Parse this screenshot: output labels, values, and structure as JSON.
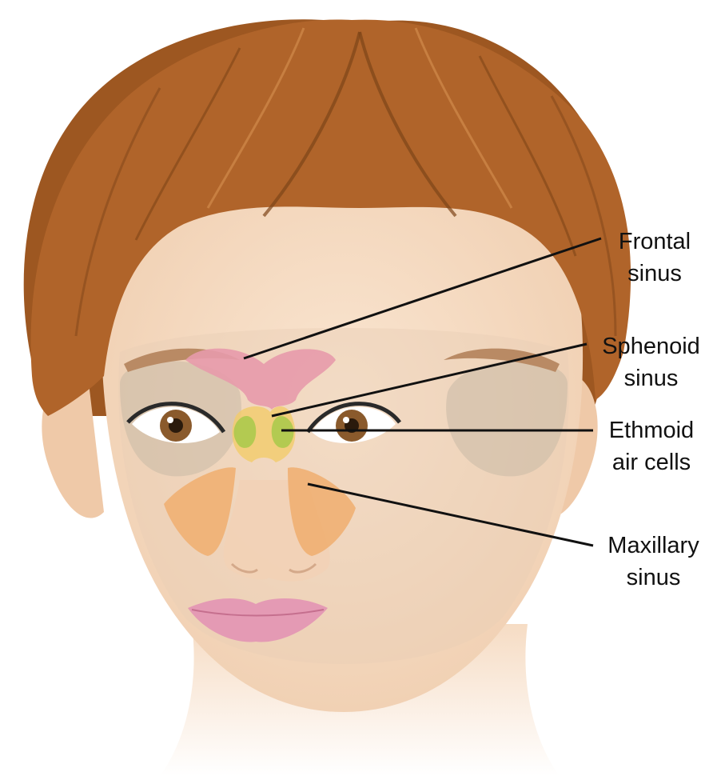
{
  "labels": {
    "frontal": {
      "line1": "Frontal",
      "line2": "sinus"
    },
    "sphenoid": {
      "line1": "Sphenoid",
      "line2": "sinus"
    },
    "ethmoid": {
      "line1": "Ethmoid",
      "line2": "air cells"
    },
    "maxillary": {
      "line1": "Maxillary",
      "line2": "sinus"
    }
  },
  "colors": {
    "hair": "#b0642a",
    "hair_dark": "#7e4418",
    "skin": "#f6dcc4",
    "skin_shade": "#e9c4a4",
    "frontal_sinus": "#e79aab",
    "sphenoid_sinus": "#f3cc6a",
    "ethmoid_air_cells": "#a8c94a",
    "maxillary_sinus": "#f0ae6e",
    "lips": "#e49ab4",
    "leader_line": "#111111"
  }
}
